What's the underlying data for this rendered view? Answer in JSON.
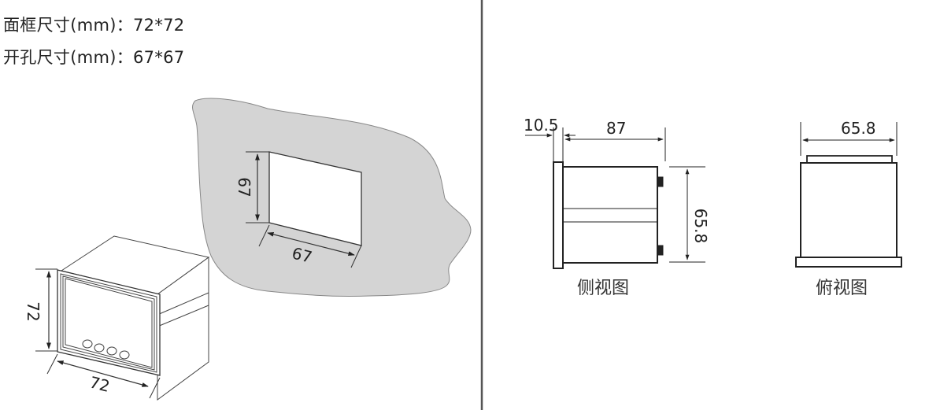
{
  "specs": {
    "panel_size": {
      "label": "面框尺寸(mm)：",
      "value": "72*72"
    },
    "cutout_size": {
      "label": "开孔尺寸(mm)：",
      "value": "67*67"
    }
  },
  "isometric": {
    "height_dim": "72",
    "width_dim": "72",
    "button_count": 4
  },
  "cutout": {
    "height_dim": "67",
    "width_dim": "67",
    "panel_color": "#d4d4d4"
  },
  "side_view": {
    "label": "侧视图",
    "bezel_dim": "10.5",
    "depth_dim": "87",
    "height_dim": "65.8"
  },
  "top_view": {
    "label": "俯视图",
    "width_dim": "65.8"
  },
  "colors": {
    "line": "#222222",
    "divider": "#555555"
  }
}
